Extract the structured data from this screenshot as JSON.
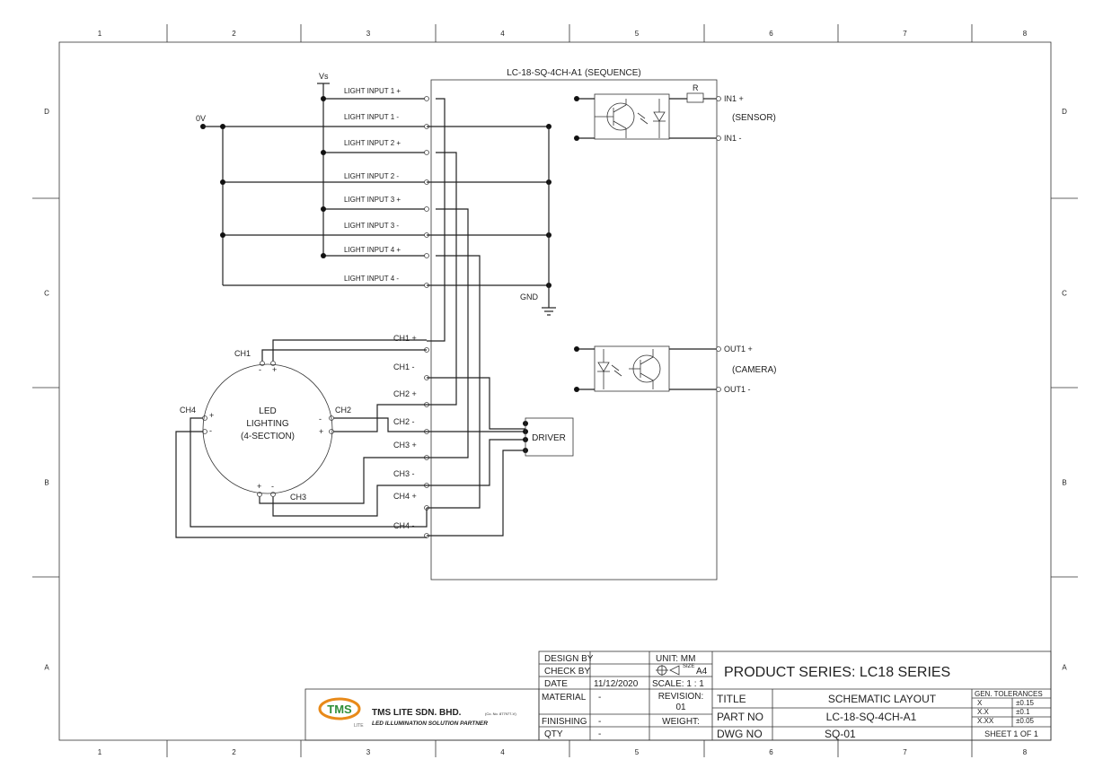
{
  "zones": {
    "columns": [
      "1",
      "2",
      "3",
      "4",
      "5",
      "6",
      "7",
      "8"
    ],
    "rows": [
      "D",
      "C",
      "B",
      "A"
    ]
  },
  "module": {
    "title": "LC-18-SQ-4CH-A1 (SEQUENCE)",
    "inputs": [
      "LIGHT INPUT 1 +",
      "LIGHT INPUT 1 -",
      "LIGHT INPUT 2 +",
      "LIGHT INPUT 2 -",
      "LIGHT INPUT 3 +",
      "LIGHT INPUT 3 -",
      "LIGHT INPUT 4 +",
      "LIGHT INPUT 4 -"
    ],
    "outputs": [
      "CH1 +",
      "CH1 -",
      "CH2 +",
      "CH2 -",
      "CH3 +",
      "CH3 -",
      "CH4 +",
      "CH4 -"
    ],
    "gnd": "GND",
    "driver": "DRIVER",
    "resistor": "R",
    "sensor": {
      "plus": "IN1 +",
      "label": "(SENSOR)",
      "minus": "IN1 -"
    },
    "camera": {
      "plus": "OUT1 +",
      "label": "(CAMERA)",
      "minus": "OUT1 -"
    }
  },
  "supply": {
    "vs": "Vs",
    "zero_v": "0V"
  },
  "led": {
    "line1": "LED",
    "line2": "LIGHTING",
    "line3": "(4-SECTION)",
    "ch1": "CH1",
    "ch2": "CH2",
    "ch3": "CH3",
    "ch4": "CH4",
    "minus": "-",
    "plus": "+"
  },
  "title_block": {
    "design_by": "DESIGN BY",
    "check_by": "CHECK BY",
    "date_label": "DATE",
    "date_value": "11/12/2020",
    "unit": "UNIT:  MM",
    "size_label": "SIZE",
    "size_value": "A4",
    "scale": "SCALE: 1 : 1",
    "material_label": "MATERIAL",
    "material_value": "-",
    "finishing_label": "FINISHING",
    "finishing_value": "-",
    "qty_label": "QTY",
    "qty_value": "-",
    "revision_label": "REVISION:",
    "revision_value": "01",
    "weight_label": "WEIGHT:",
    "product_series": "PRODUCT SERIES:  LC18 SERIES",
    "title_label": "TITLE",
    "title_value": "SCHEMATIC LAYOUT",
    "part_no_label": "PART NO",
    "part_no_value": "LC-18-SQ-4CH-A1",
    "dwg_no_label": "DWG NO",
    "dwg_no_value": "SQ-01",
    "gen_tol": "GEN. TOLERANCES",
    "tolerances": [
      {
        "fmt": "X",
        "val": "±0.15"
      },
      {
        "fmt": "X.X",
        "val": "±0.1"
      },
      {
        "fmt": "X.XX",
        "val": "±0.05"
      }
    ],
    "sheet": "SHEET 1 OF 1"
  },
  "company": {
    "logo": "TMS",
    "logo_sub": "LITE",
    "name": "TMS LITE SDN. BHD.",
    "reg": "(Co. No. 877977-V)",
    "tagline": "LED ILLUMINATION SOLUTION PARTNER"
  },
  "colors": {
    "line": "#222222",
    "logo_orange": "#e88a1a",
    "logo_green": "#2f8f3a"
  }
}
